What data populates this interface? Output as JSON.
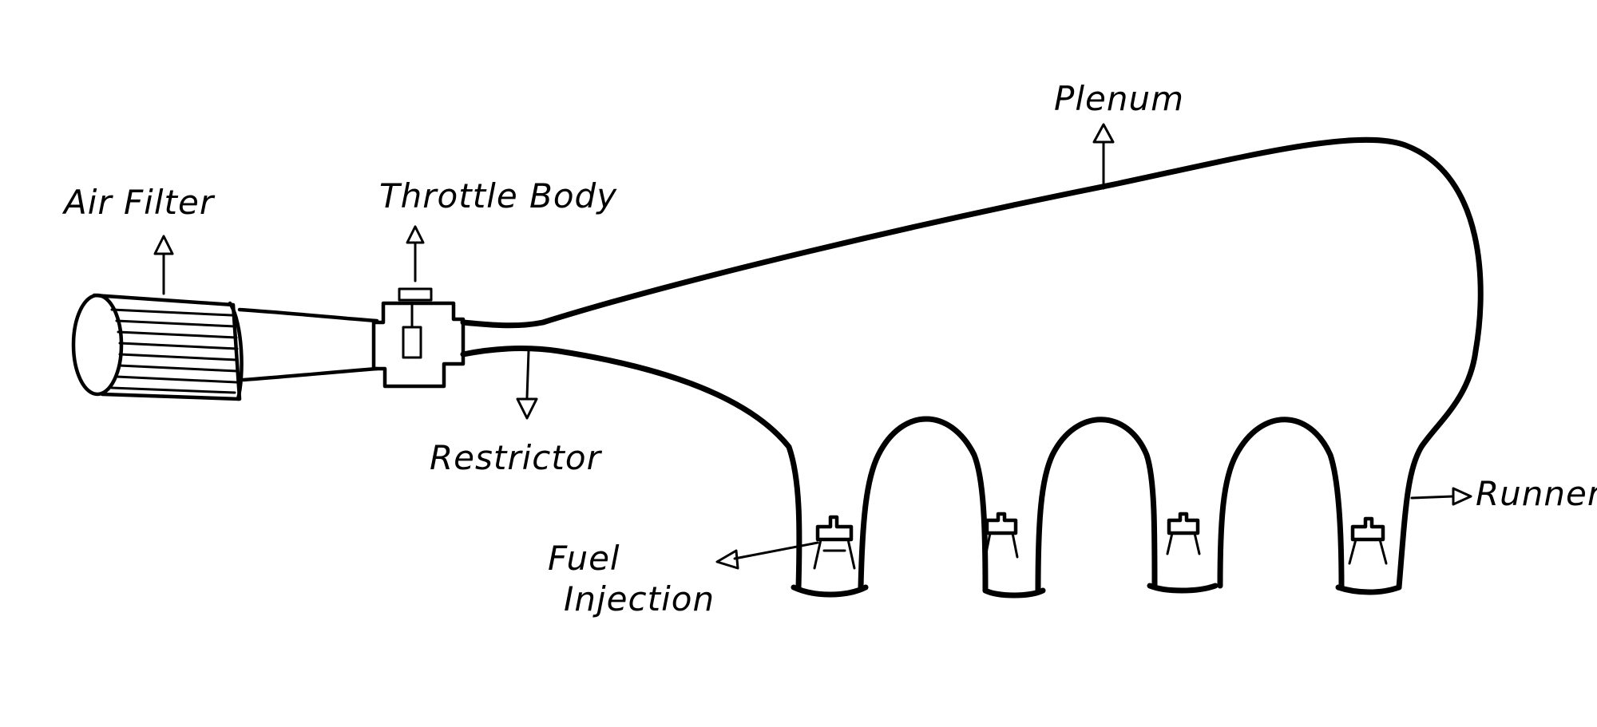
{
  "diagram": {
    "labels": {
      "air_filter": "Air Filter",
      "throttle_body": "Throttle Body",
      "plenum": "Plenum",
      "restrictor": "Restrictor",
      "fuel_injection_line1": "Fuel",
      "fuel_injection_line2": "Injection",
      "runner": "Runner"
    },
    "colors": {
      "ink": "#000000",
      "background": "#ffffff"
    }
  }
}
